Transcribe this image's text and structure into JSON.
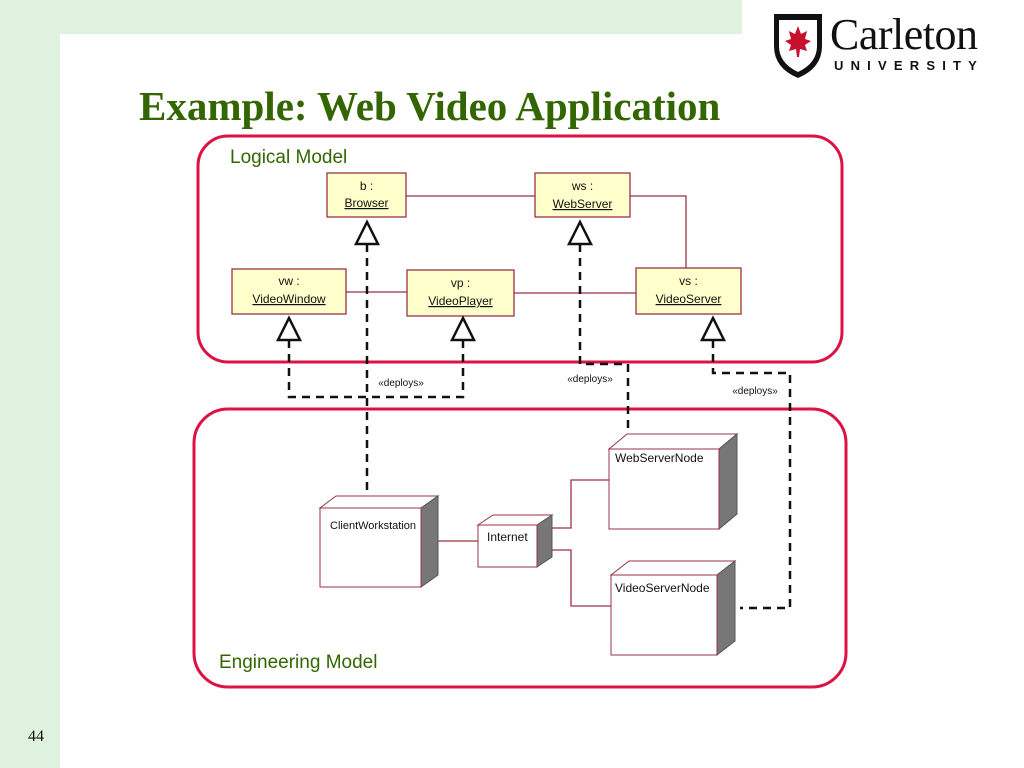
{
  "slide": {
    "title": "Example: Web Video Application",
    "number": "44"
  },
  "logo": {
    "name": "Carleton",
    "subtitle": "UNIVERSITY"
  },
  "diagram": {
    "logical_model": {
      "label": "Logical Model",
      "objects": [
        {
          "id": "b",
          "line1": "b :",
          "line2": "Browser"
        },
        {
          "id": "ws",
          "line1": "ws :",
          "line2": "WebServer"
        },
        {
          "id": "vw",
          "line1": "vw :",
          "line2": "VideoWindow"
        },
        {
          "id": "vp",
          "line1": "vp :",
          "line2": "VideoPlayer"
        },
        {
          "id": "vs",
          "line1": "vs :",
          "line2": "VideoServer"
        }
      ]
    },
    "engineering_model": {
      "label": "Engineering Model",
      "nodes": [
        {
          "id": "client",
          "label": "ClientWorkstation"
        },
        {
          "id": "internet",
          "label": "Internet"
        },
        {
          "id": "webserver",
          "label": "WebServerNode"
        },
        {
          "id": "videoserver",
          "label": "VideoServerNode"
        }
      ]
    },
    "deploys": [
      {
        "id": "d1",
        "label": "«deploys»"
      },
      {
        "id": "d2",
        "label": "«deploys»"
      },
      {
        "id": "d3",
        "label": "«deploys»"
      }
    ],
    "colors": {
      "frame": "#dd1144",
      "object_fill": "#ffffcc",
      "object_border": "#993344",
      "node_side": "#777777",
      "model_label": "#336600"
    }
  }
}
